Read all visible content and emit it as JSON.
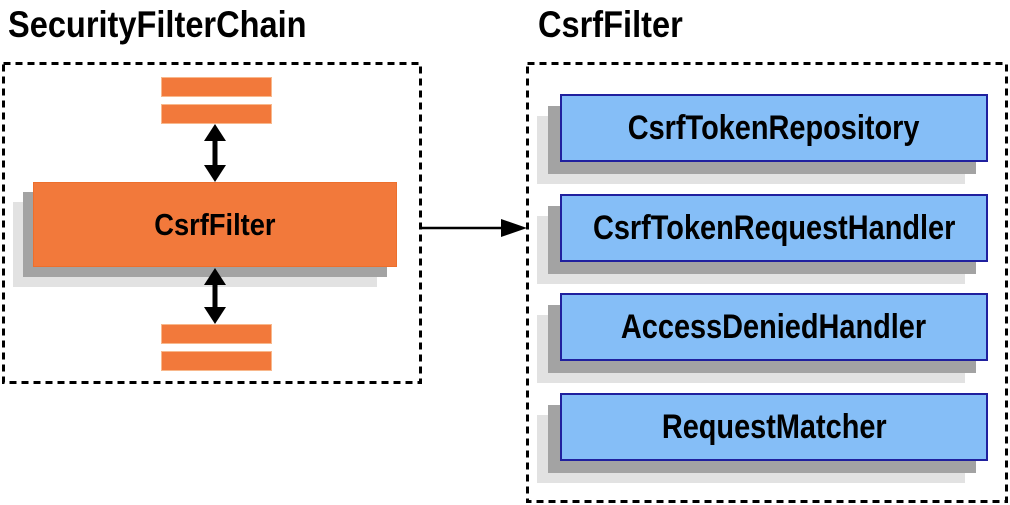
{
  "left_panel": {
    "title": "SecurityFilterChain",
    "filter_box": {
      "label": "CsrfFilter"
    }
  },
  "right_panel": {
    "title": "CsrfFilter",
    "boxes": [
      {
        "label": "CsrfTokenRepository"
      },
      {
        "label": "CsrfTokenRequestHandler"
      },
      {
        "label": "AccessDeniedHandler"
      },
      {
        "label": "RequestMatcher"
      }
    ]
  },
  "icons": {
    "bidirectional_arrow": "up-down-arrow",
    "flow_arrow": "right-arrow"
  },
  "colors": {
    "orange": "#F2793B",
    "blue_fill": "#85BEF7",
    "blue_border": "#20209E",
    "shadow_dark": "#A3A3A3",
    "shadow_light": "#E2E2E2",
    "line": "#000000",
    "background": "#FFFFFF",
    "text": "#000000"
  }
}
